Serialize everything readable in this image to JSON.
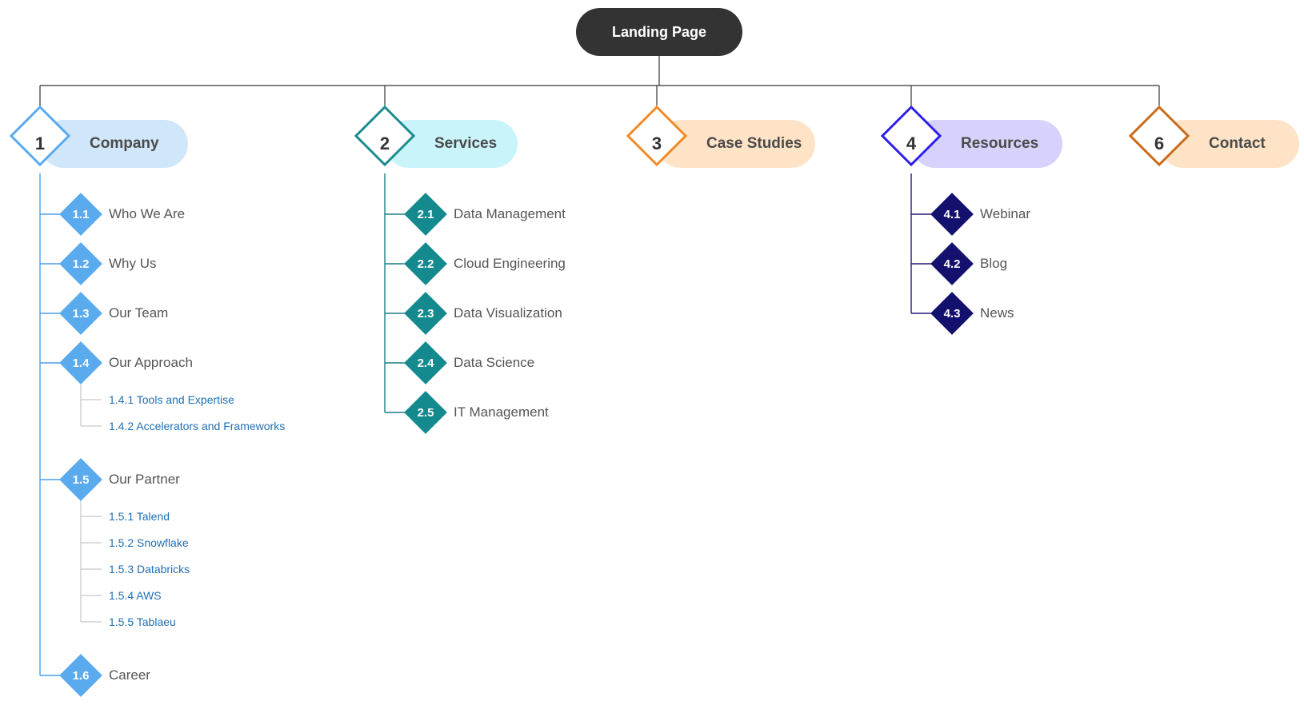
{
  "root": {
    "label": "Landing Page"
  },
  "sections": [
    {
      "number": "1",
      "label": "Company",
      "pill_color": "#cfe6fb",
      "border_color": "#5aaaee",
      "badge_color": "#5aaaee",
      "line_color": "#4a9ee8",
      "items": [
        {
          "number": "1.1",
          "label": "Who We Are"
        },
        {
          "number": "1.2",
          "label": "Why Us"
        },
        {
          "number": "1.3",
          "label": "Our Team"
        },
        {
          "number": "1.4",
          "label": "Our Approach",
          "children": [
            "1.4.1 Tools and Expertise",
            "1.4.2 Accelerators and Frameworks"
          ]
        },
        {
          "number": "1.5",
          "label": "Our Partner",
          "children": [
            "1.5.1 Talend",
            "1.5.2 Snowflake",
            "1.5.3 Databricks",
            "1.5.4 AWS",
            "1.5.5 Tablaeu"
          ]
        },
        {
          "number": "1.6",
          "label": "Career"
        }
      ]
    },
    {
      "number": "2",
      "label": "Services",
      "pill_color": "#c9f4f9",
      "border_color": "#1a8a8e",
      "badge_color": "#148a8e",
      "line_color": "#1a7f85",
      "items": [
        {
          "number": "2.1",
          "label": "Data Management"
        },
        {
          "number": "2.2",
          "label": "Cloud Engineering"
        },
        {
          "number": "2.3",
          "label": "Data Visualization"
        },
        {
          "number": "2.4",
          "label": "Data Science"
        },
        {
          "number": "2.5",
          "label": "IT Management"
        }
      ]
    },
    {
      "number": "3",
      "label": "Case Studies",
      "pill_color": "#ffe3c6",
      "border_color": "#f08a24",
      "badge_color": "#f08a24",
      "line_color": "#f08a24",
      "items": []
    },
    {
      "number": "4",
      "label": "Resources",
      "pill_color": "#d6d2fb",
      "border_color": "#2d1ee8",
      "badge_color": "#14106e",
      "line_color": "#231a7a",
      "items": [
        {
          "number": "4.1",
          "label": "Webinar"
        },
        {
          "number": "4.2",
          "label": "Blog"
        },
        {
          "number": "4.3",
          "label": "News"
        }
      ]
    },
    {
      "number": "6",
      "label": "Contact",
      "pill_color": "#ffe3c6",
      "border_color": "#c96a1a",
      "badge_color": "#c96a1a",
      "line_color": "#c96a1a",
      "items": []
    }
  ]
}
